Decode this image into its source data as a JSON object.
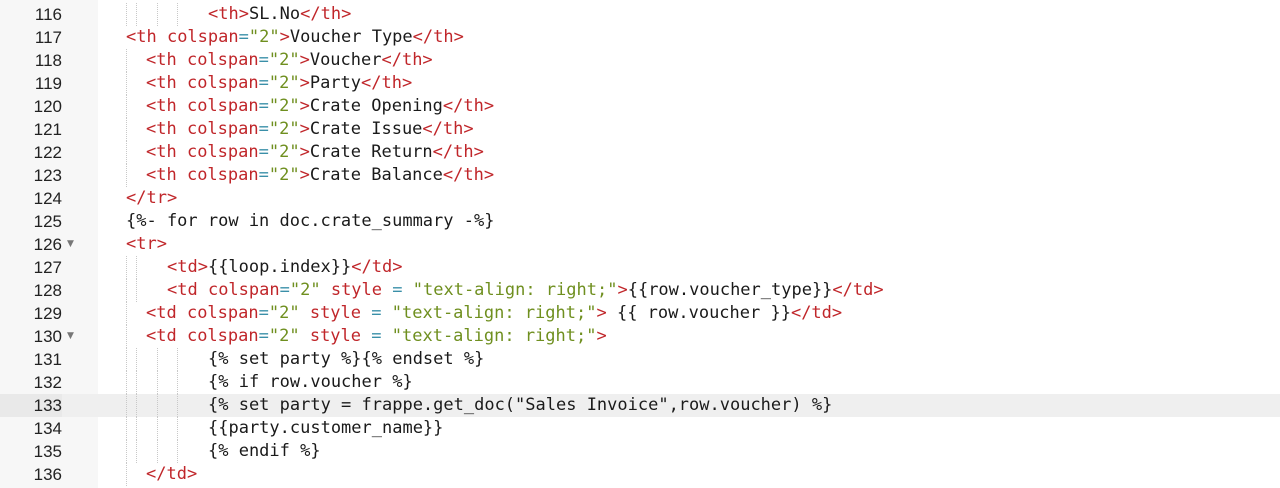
{
  "editor": {
    "active_line": "133",
    "lines": [
      {
        "n": "116",
        "fold": "",
        "indent": "        ",
        "tokens": [
          [
            "tag",
            "<th>"
          ],
          [
            "text",
            "SL.No"
          ],
          [
            "tag",
            "</th>"
          ]
        ]
      },
      {
        "n": "117",
        "fold": "",
        "indent": "",
        "tokens": [
          [
            "tag",
            "<th "
          ],
          [
            "attr",
            "colspan"
          ],
          [
            "eq",
            "="
          ],
          [
            "str",
            "\"2\""
          ],
          [
            "tag",
            ">"
          ],
          [
            "text",
            "Voucher Type"
          ],
          [
            "tag",
            "</th>"
          ]
        ]
      },
      {
        "n": "118",
        "fold": "",
        "indent": "  ",
        "tokens": [
          [
            "tag",
            "<th "
          ],
          [
            "attr",
            "colspan"
          ],
          [
            "eq",
            "="
          ],
          [
            "str",
            "\"2\""
          ],
          [
            "tag",
            ">"
          ],
          [
            "text",
            "Voucher"
          ],
          [
            "tag",
            "</th>"
          ]
        ]
      },
      {
        "n": "119",
        "fold": "",
        "indent": "  ",
        "tokens": [
          [
            "tag",
            "<th "
          ],
          [
            "attr",
            "colspan"
          ],
          [
            "eq",
            "="
          ],
          [
            "str",
            "\"2\""
          ],
          [
            "tag",
            ">"
          ],
          [
            "text",
            "Party"
          ],
          [
            "tag",
            "</th>"
          ]
        ]
      },
      {
        "n": "120",
        "fold": "",
        "indent": "  ",
        "tokens": [
          [
            "tag",
            "<th "
          ],
          [
            "attr",
            "colspan"
          ],
          [
            "eq",
            "="
          ],
          [
            "str",
            "\"2\""
          ],
          [
            "tag",
            ">"
          ],
          [
            "text",
            "Crate Opening"
          ],
          [
            "tag",
            "</th>"
          ]
        ]
      },
      {
        "n": "121",
        "fold": "",
        "indent": "  ",
        "tokens": [
          [
            "tag",
            "<th "
          ],
          [
            "attr",
            "colspan"
          ],
          [
            "eq",
            "="
          ],
          [
            "str",
            "\"2\""
          ],
          [
            "tag",
            ">"
          ],
          [
            "text",
            "Crate Issue"
          ],
          [
            "tag",
            "</th>"
          ]
        ]
      },
      {
        "n": "122",
        "fold": "",
        "indent": "  ",
        "tokens": [
          [
            "tag",
            "<th "
          ],
          [
            "attr",
            "colspan"
          ],
          [
            "eq",
            "="
          ],
          [
            "str",
            "\"2\""
          ],
          [
            "tag",
            ">"
          ],
          [
            "text",
            "Crate Return"
          ],
          [
            "tag",
            "</th>"
          ]
        ]
      },
      {
        "n": "123",
        "fold": "",
        "indent": "  ",
        "tokens": [
          [
            "tag",
            "<th "
          ],
          [
            "attr",
            "colspan"
          ],
          [
            "eq",
            "="
          ],
          [
            "str",
            "\"2\""
          ],
          [
            "tag",
            ">"
          ],
          [
            "text",
            "Crate Balance"
          ],
          [
            "tag",
            "</th>"
          ]
        ]
      },
      {
        "n": "124",
        "fold": "",
        "indent": "",
        "tokens": [
          [
            "tag",
            "</tr>"
          ]
        ]
      },
      {
        "n": "125",
        "fold": "",
        "indent": "",
        "tokens": [
          [
            "text",
            "{%- for row in doc.crate_summary -%}"
          ]
        ]
      },
      {
        "n": "126",
        "fold": "▼",
        "indent": "",
        "tokens": [
          [
            "tag",
            "<tr>"
          ]
        ]
      },
      {
        "n": "127",
        "fold": "",
        "indent": "    ",
        "tokens": [
          [
            "tag",
            "<td>"
          ],
          [
            "text",
            "{{loop.index}}"
          ],
          [
            "tag",
            "</td>"
          ]
        ]
      },
      {
        "n": "128",
        "fold": "",
        "indent": "    ",
        "tokens": [
          [
            "tag",
            "<td "
          ],
          [
            "attr",
            "colspan"
          ],
          [
            "eq",
            "="
          ],
          [
            "str",
            "\"2\""
          ],
          [
            "text",
            " "
          ],
          [
            "attr",
            "style"
          ],
          [
            "text",
            " "
          ],
          [
            "eq",
            "="
          ],
          [
            "text",
            " "
          ],
          [
            "str",
            "\"text-align: right;\""
          ],
          [
            "tag",
            ">"
          ],
          [
            "text",
            "{{row.voucher_type}}"
          ],
          [
            "tag",
            "</td>"
          ]
        ]
      },
      {
        "n": "129",
        "fold": "",
        "indent": "  ",
        "tokens": [
          [
            "tag",
            "<td "
          ],
          [
            "attr",
            "colspan"
          ],
          [
            "eq",
            "="
          ],
          [
            "str",
            "\"2\""
          ],
          [
            "text",
            " "
          ],
          [
            "attr",
            "style"
          ],
          [
            "text",
            " "
          ],
          [
            "eq",
            "="
          ],
          [
            "text",
            " "
          ],
          [
            "str",
            "\"text-align: right;\""
          ],
          [
            "tag",
            ">"
          ],
          [
            "text",
            " {{ row.voucher }}"
          ],
          [
            "tag",
            "</td>"
          ]
        ]
      },
      {
        "n": "130",
        "fold": "▼",
        "indent": "  ",
        "tokens": [
          [
            "tag",
            "<td "
          ],
          [
            "attr",
            "colspan"
          ],
          [
            "eq",
            "="
          ],
          [
            "str",
            "\"2\""
          ],
          [
            "text",
            " "
          ],
          [
            "attr",
            "style"
          ],
          [
            "text",
            " "
          ],
          [
            "eq",
            "="
          ],
          [
            "text",
            " "
          ],
          [
            "str",
            "\"text-align: right;\""
          ],
          [
            "tag",
            ">"
          ]
        ]
      },
      {
        "n": "131",
        "fold": "",
        "indent": "        ",
        "tokens": [
          [
            "text",
            "{% set party %}{% endset %}"
          ]
        ]
      },
      {
        "n": "132",
        "fold": "",
        "indent": "        ",
        "tokens": [
          [
            "text",
            "{% if row.voucher %}"
          ]
        ]
      },
      {
        "n": "133",
        "fold": "",
        "indent": "        ",
        "tokens": [
          [
            "text",
            "{% set party = frappe.get_doc(\"Sales Invoice\",row.voucher) %}"
          ]
        ]
      },
      {
        "n": "134",
        "fold": "",
        "indent": "        ",
        "tokens": [
          [
            "text",
            "{{party.customer_name}}"
          ]
        ]
      },
      {
        "n": "135",
        "fold": "",
        "indent": "        ",
        "tokens": [
          [
            "text",
            "{% endif %}"
          ]
        ]
      },
      {
        "n": "136",
        "fold": "",
        "indent": "  ",
        "tokens": [
          [
            "tag",
            "</td>"
          ]
        ]
      }
    ]
  },
  "colors": {
    "tag": "#c0262a",
    "attr": "#c0262a",
    "equals": "#3a8fa8",
    "string": "#6f8f1f",
    "text": "#1a1a1a",
    "gutter_background": "#f7f7f7",
    "active_line_background": "#efefef"
  }
}
